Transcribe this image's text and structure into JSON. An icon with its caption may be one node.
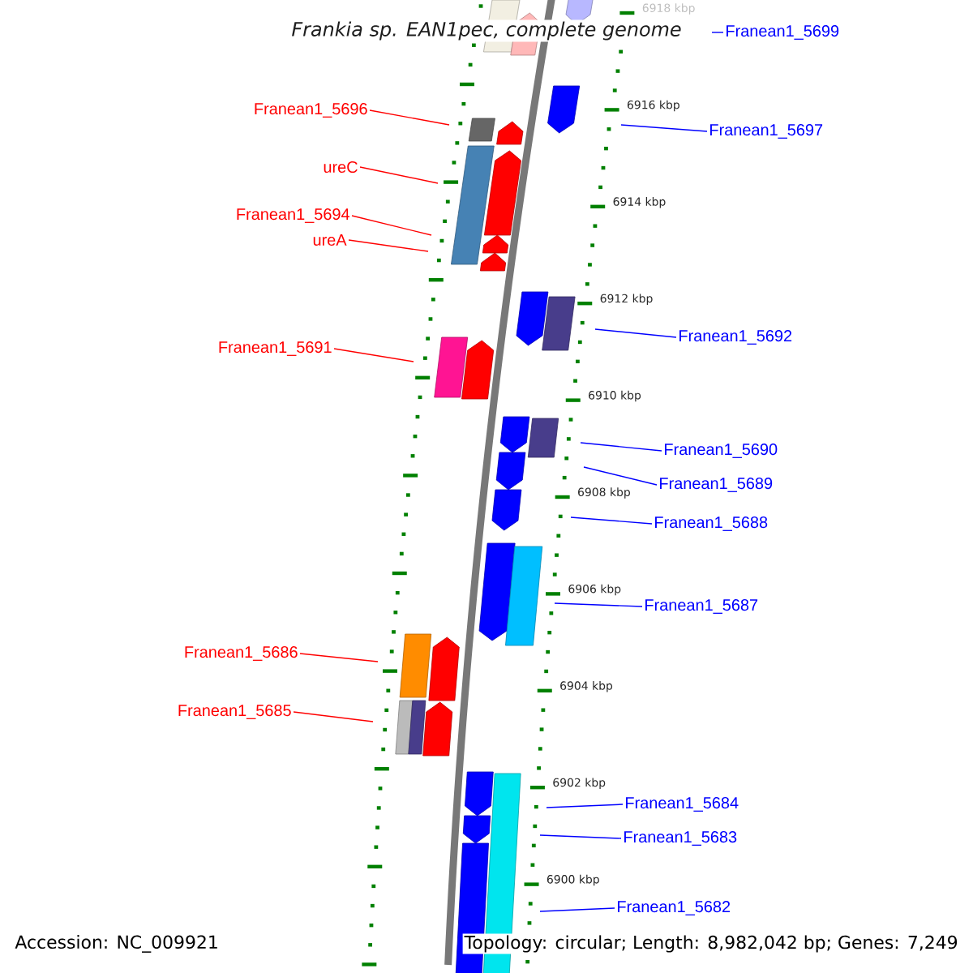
{
  "diagram": {
    "title": "*Frankia sp.* EAN1pec, complete genome",
    "nodes": [
      {
        "text": [
          "Franean1_5699"
        ]
      },
      {
        "text": [
          "Franean1_5696"
        ]
      },
      {
        "text": [
          "Franean1_5697"
        ]
      },
      {
        "text": [
          "ureC"
        ]
      },
      {
        "text": [
          "Franean1_5694"
        ]
      },
      {
        "text": [
          "ureA"
        ]
      },
      {
        "text": [
          "Franean1_5692"
        ]
      },
      {
        "text": [
          "Franean1_5691"
        ]
      },
      {
        "text": [
          "Franean1_5690"
        ]
      },
      {
        "text": [
          "Franean1_5689"
        ]
      },
      {
        "text": [
          "Franean1_5688"
        ]
      },
      {
        "text": [
          "Franean1_5687"
        ]
      },
      {
        "text": [
          "Franean1_5686"
        ]
      },
      {
        "text": [
          "Franean1_5685"
        ]
      },
      {
        "text": [
          "Franean1_5684"
        ]
      },
      {
        "text": [
          "Franean1_5683"
        ]
      },
      {
        "text": [
          "Franean1_5682"
        ]
      }
    ],
    "edges": [
      {
        "from": 0,
        "to": null,
        "arrow": "none"
      },
      {
        "from": 1,
        "to": null,
        "arrow": "none",
        "color": "#ff0000"
      },
      {
        "from": 2,
        "to": null,
        "arrow": "none"
      },
      {
        "from": 3,
        "to": null,
        "arrow": "none",
        "color": "#ff0000"
      },
      {
        "from": 4,
        "to": null,
        "arrow": "none",
        "color": "#ff0000"
      },
      {
        "from": 5,
        "to": null,
        "arrow": "none",
        "color": "#ff0000"
      },
      {
        "from": 6,
        "to": null,
        "arrow": "none"
      },
      {
        "from": 7,
        "to": null,
        "arrow": "none",
        "color": "#ff0000"
      },
      {
        "from": 8,
        "to": null,
        "arrow": "none"
      },
      {
        "from": 9,
        "to": null,
        "arrow": "none"
      },
      {
        "from": 10,
        "to": null,
        "arrow": "none"
      },
      {
        "from": 11,
        "to": null,
        "arrow": "none"
      },
      {
        "from": 12,
        "to": null,
        "arrow": "none",
        "color": "#ff0000"
      },
      {
        "from": 13,
        "to": null,
        "arrow": "none",
        "color": "#ff0000"
      },
      {
        "from": 14,
        "to": null,
        "arrow": "none"
      },
      {
        "from": 15,
        "to": null,
        "arrow": "none"
      },
      {
        "from": 16,
        "to": null,
        "arrow": "none"
      }
    ],
    "labels": [
      "6918 kbp",
      "6916 kbp",
      "6914 kbp",
      "6912 kbp",
      "6910 kbp",
      "6908 kbp",
      "6906 kbp",
      "6904 kbp",
      "6902 kbp",
      "6900 kbp",
      "Accession: NC_009921",
      "Topology: circular; Length: 8,982,042 bp; Genes: 7,249"
    ]
  }
}
